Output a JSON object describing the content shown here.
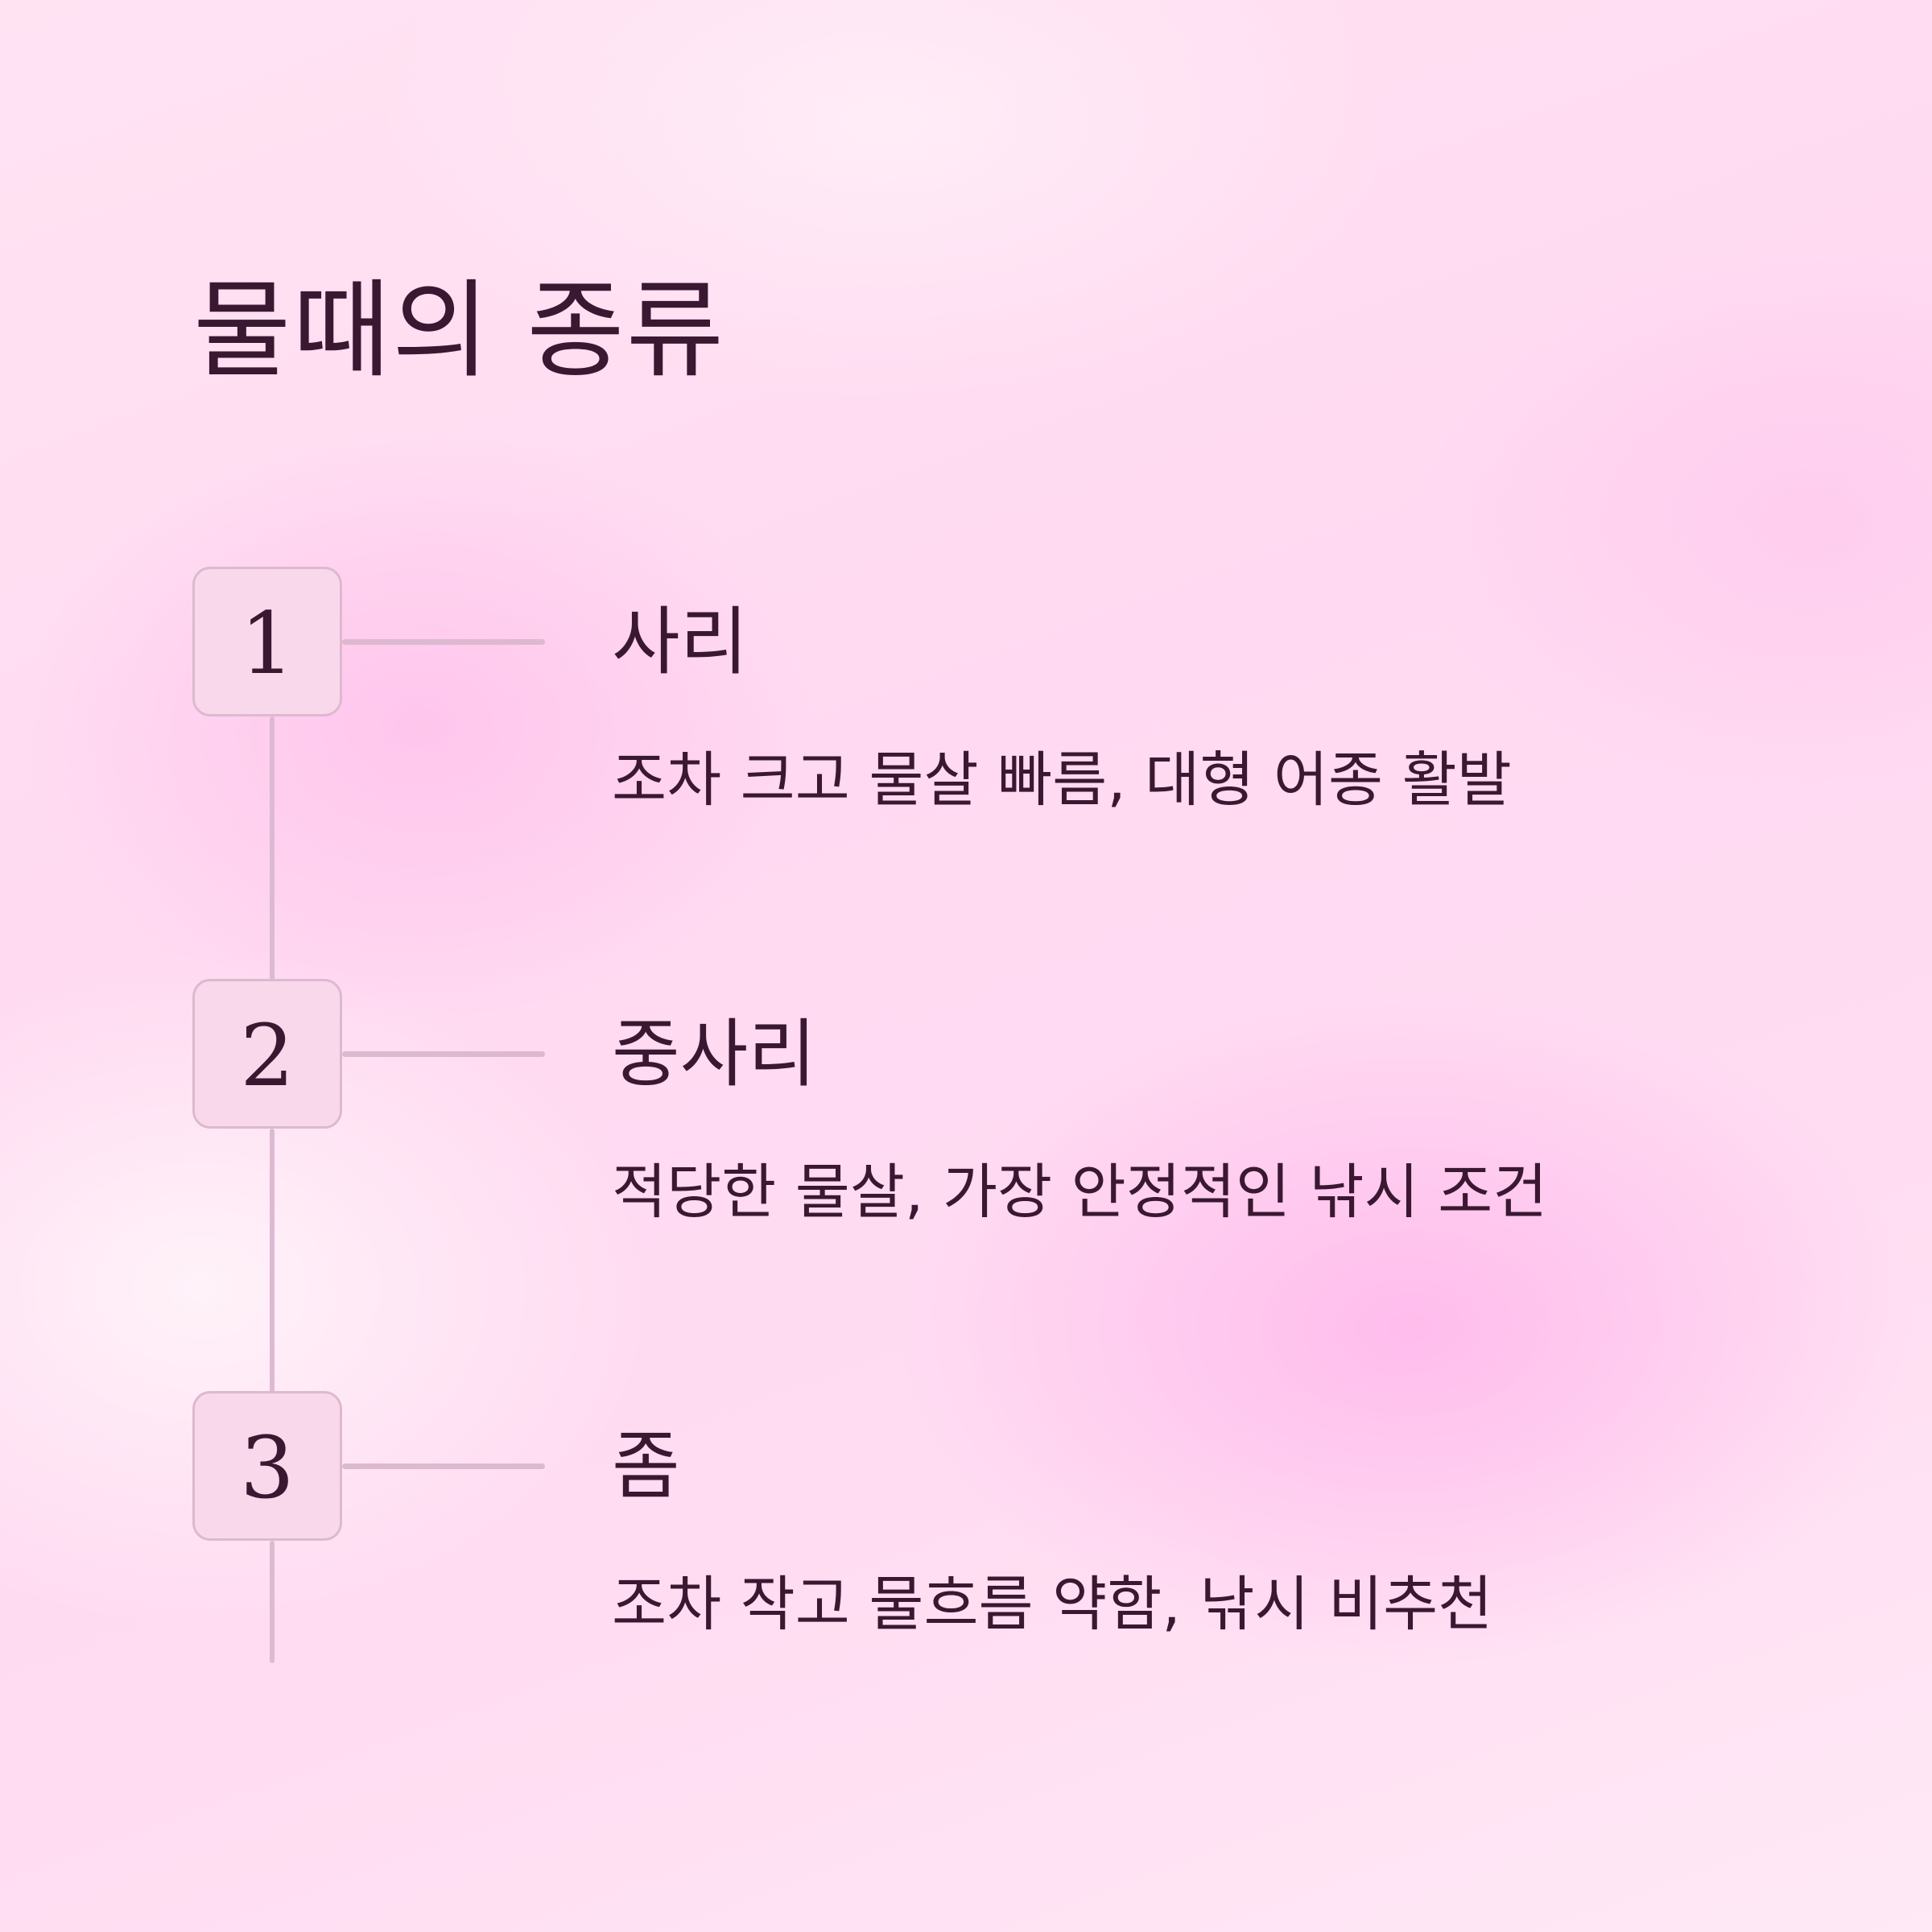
{
  "title": "물때의 종류",
  "items": [
    {
      "number": "1",
      "heading": "사리",
      "description": "조차 크고 물살 빠름, 대형 어종 활발"
    },
    {
      "number": "2",
      "heading": "중사리",
      "description": "적당한 물살, 가장 안정적인 낚시 조건"
    },
    {
      "number": "3",
      "heading": "좀",
      "description": "조차 작고 물흐름 약함, 낚시 비추천"
    }
  ],
  "colors": {
    "text": "#3a1831",
    "box_fill": "#f8d8ea",
    "line": "#dcb9cf",
    "background": "#ffdcf2"
  }
}
